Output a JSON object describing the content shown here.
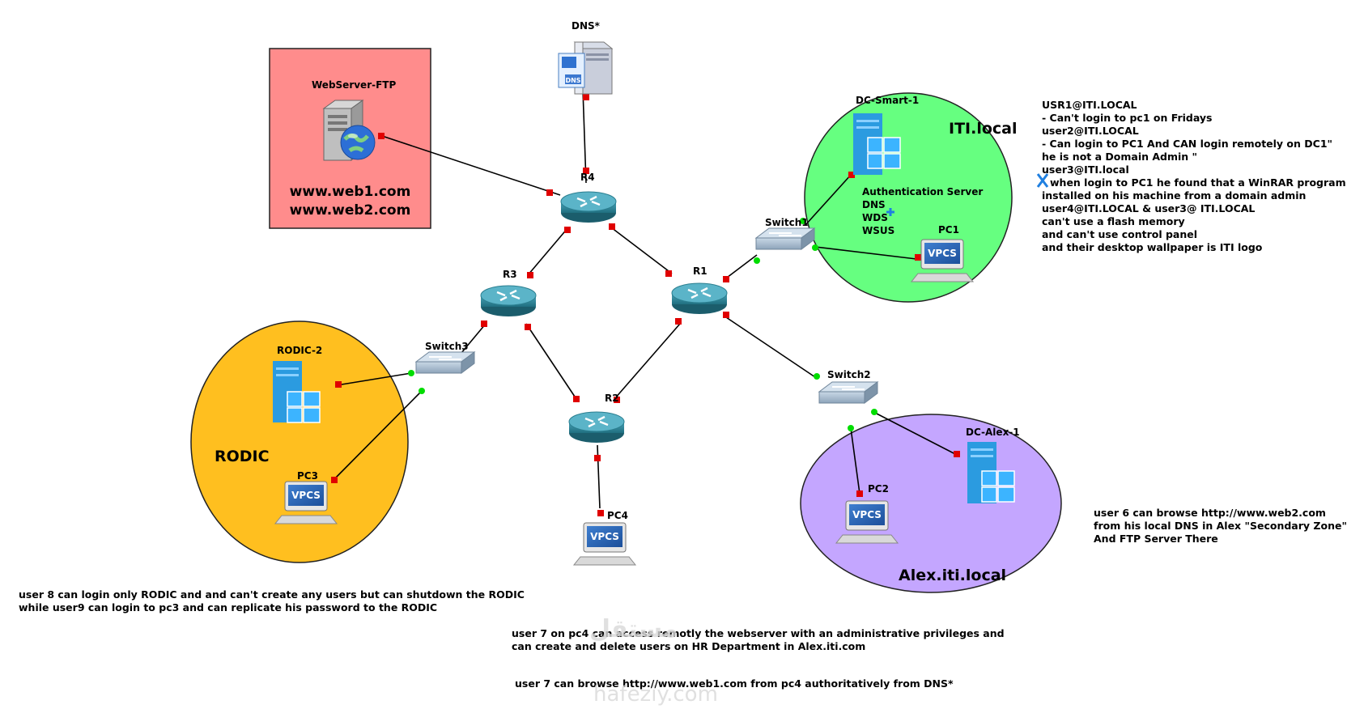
{
  "zones": {
    "webserver": {
      "name": "WebServer-FTP",
      "site1": "www.web1.com",
      "site2": "www.web2.com",
      "color": "#ff8c8c"
    },
    "iti": {
      "title": "ITI.local",
      "color": "#66ff80"
    },
    "rodic": {
      "title": "RODIC",
      "color": "#ffbf1f"
    },
    "alex": {
      "title": "Alex.iti.local",
      "color": "#c4a6ff"
    }
  },
  "devices": {
    "dns": "DNS*",
    "r4": "R4",
    "r3": "R3",
    "r1": "R1",
    "r2": "R2",
    "switch1": "Switch1",
    "switch2": "Switch2",
    "switch3": "Switch3",
    "dc_smart": "DC-Smart-1",
    "dc_alex": "DC-Alex-1",
    "rodic2": "RODIC-2",
    "pc1": "PC1",
    "pc2": "PC2",
    "pc3": "PC3",
    "pc4": "PC4",
    "vpcs": "VPCS",
    "dns_badge": "DNS"
  },
  "dc_services": [
    "Authentication Server",
    "DNS",
    "WDS",
    "WSUS"
  ],
  "notes": {
    "iti_users": [
      "USR1@ITI.LOCAL",
      "- Can't login to pc1 on Fridays",
      "user2@ITI.LOCAL",
      "- Can login to PC1 And CAN login remotely on DC1\"",
      "he is not a Domain Admin \"",
      "user3@ITI.local",
      "when login to PC1 he found that a WinRAR program",
      " installed on his machine from a domain admin",
      "user4@ITI.LOCAL & user3@ ITI.LOCAL",
      "can't use a flash memory",
      "and can't use control panel",
      "and their desktop wallpaper is ITI logo"
    ],
    "alex_users": [
      "user 6 can browse http://www.web2.com",
      "from his local DNS in Alex \"Secondary Zone\"",
      "And FTP Server There"
    ],
    "rodic_users": [
      "user 8 can login only RODIC and and can't create any users but can shutdown the RODIC",
      "while user9 can login to pc3 and can replicate his password to the RODIC"
    ],
    "pc4_users": [
      "user 7 on pc4 can access remotly the webserver with an administrative privileges and",
      "can create and delete users on HR Department in Alex.iti.com"
    ],
    "dns_users": "user 7 can browse http://www.web1.com from pc4 authoritatively from DNS*"
  },
  "watermark": {
    "arabic": "مستقل",
    "latin": "hafeziy.com"
  }
}
